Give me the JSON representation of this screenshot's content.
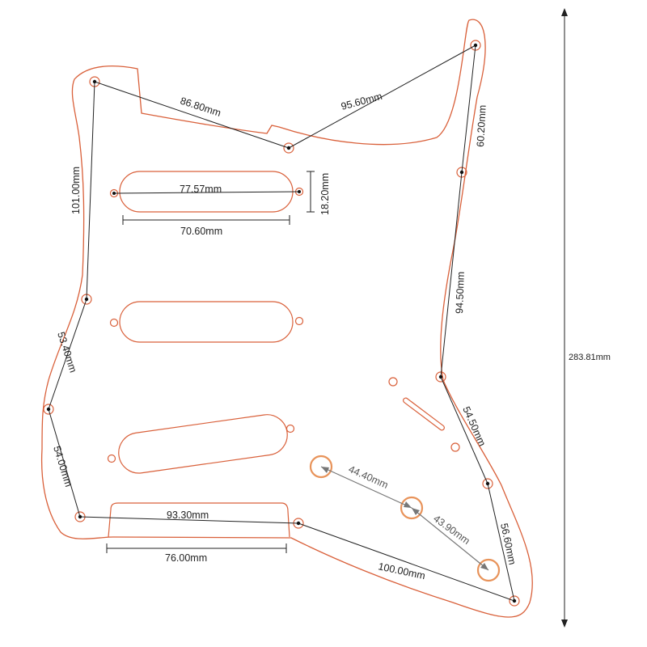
{
  "measurements": {
    "top_left": "86.80mm",
    "top_right": "95.60mm",
    "right_upper": "60.20mm",
    "left_upper": "101.00mm",
    "pickup_length": "77.57mm",
    "pickup_width": "18.20mm",
    "pickup_cavity": "70.60mm",
    "right_middle": "94.50mm",
    "left_middle": "53.40mm",
    "right_lower": "54.50mm",
    "left_lower": "54.00mm",
    "knob_spacing_1": "44.40mm",
    "knob_spacing_2": "43.90mm",
    "right_bottom": "56.60mm",
    "bottom_left": "93.30mm",
    "bottom_cavity": "76.00mm",
    "bottom_right": "100.00mm",
    "total_height": "283.81mm"
  },
  "colors": {
    "outline": "#d9603a",
    "knob": "#e8935a",
    "dimension": "#222222"
  }
}
